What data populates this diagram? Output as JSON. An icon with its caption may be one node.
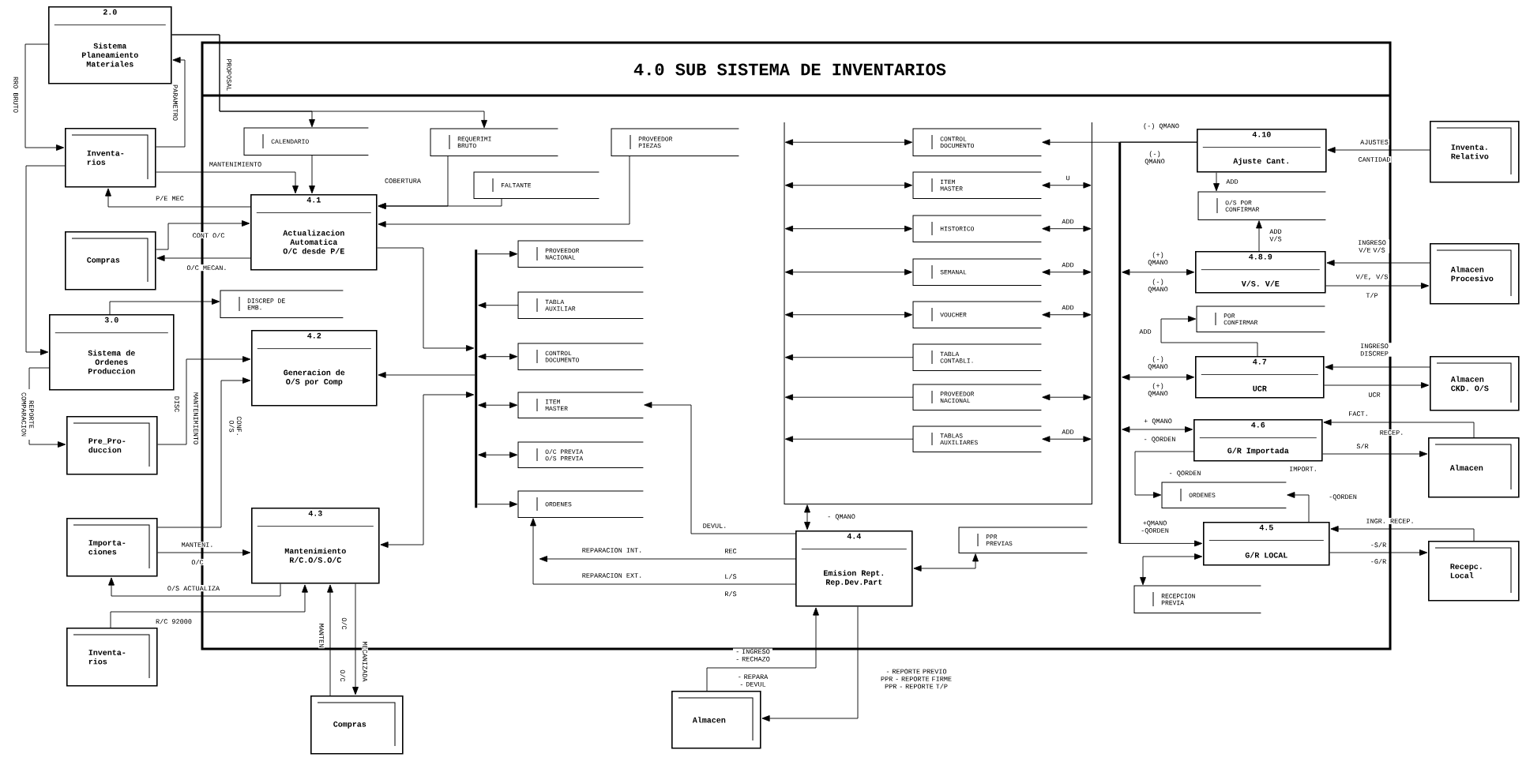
{
  "diagram": {
    "title": "4.0 SUB SISTEMA DE INVENTARIOS",
    "nodes": [
      {
        "text": [
          "2.0",
          "Sistema Planeamiento Materiales"
        ]
      },
      {
        "text": [
          "Inventa- rios"
        ]
      },
      {
        "text": [
          "Compras"
        ]
      },
      {
        "text": [
          "3.0",
          "Sistema de Ordenes Produccion"
        ]
      },
      {
        "text": [
          "Pre_Pro- duccion"
        ]
      },
      {
        "text": [
          "Importa- ciones"
        ]
      },
      {
        "text": [
          "Inventa- rios"
        ]
      },
      {
        "text": [
          "Compras"
        ]
      },
      {
        "text": [
          "Almacen"
        ]
      },
      {
        "text": [
          "Inventa. Relativo"
        ]
      },
      {
        "text": [
          "Almacen Procesivo"
        ]
      },
      {
        "text": [
          "Almacen CKD. O/S"
        ]
      },
      {
        "text": [
          "Almacen"
        ]
      },
      {
        "text": [
          "Recepc. Local"
        ]
      },
      {
        "text": [
          "4.1",
          "Actualizacion Automatica O/C desde P/E"
        ]
      },
      {
        "text": [
          "4.2",
          "Generacion de O/S por Comp"
        ]
      },
      {
        "text": [
          "4.3",
          "Mantenimiento R/C.O/S.O/C"
        ]
      },
      {
        "text": [
          "4.4",
          "Emision Rept. Rep.Dev.Part"
        ]
      },
      {
        "text": [
          "4.10",
          "Ajuste Cant."
        ]
      },
      {
        "text": [
          "4.8.9",
          "V/S. V/E"
        ]
      },
      {
        "text": [
          "4.7",
          "UCR"
        ]
      },
      {
        "text": [
          "4.6",
          "G/R Importada"
        ]
      },
      {
        "text": [
          "4.5",
          "G/R LOCAL"
        ]
      },
      {
        "text": [
          "CALENDARIO"
        ]
      },
      {
        "text": [
          "REQUERIMI BRUTO"
        ]
      },
      {
        "text": [
          "FALTANTE"
        ]
      },
      {
        "text": [
          "PROVEEDOR PIEZAS"
        ]
      },
      {
        "text": [
          "DISCREP DE EMB."
        ]
      },
      {
        "text": [],
        "shape": "bar"
      },
      {
        "text": [
          "PROVEEDOR NACIONAL"
        ]
      },
      {
        "text": [
          "TABLA AUXILIAR"
        ]
      },
      {
        "text": [
          "CONTROL DOCUMENTO"
        ]
      },
      {
        "text": [
          "ITEM MASTER"
        ]
      },
      {
        "text": [
          "O/C PREVIA O/S PREVIA"
        ]
      },
      {
        "text": [
          "ORDENES"
        ]
      },
      {
        "text": [],
        "shape": "box"
      },
      {
        "text": [
          "CONTROL DOCUMENTO"
        ],
        "in": 35
      },
      {
        "text": [
          "ITEM MASTER"
        ],
        "in": 35
      },
      {
        "text": [
          "HISTORICO"
        ],
        "in": 35
      },
      {
        "text": [
          "SEMANAL"
        ],
        "in": 35
      },
      {
        "text": [
          "VOUCHER"
        ],
        "in": 35
      },
      {
        "text": [
          "TABLA CONTABLI."
        ],
        "in": 35
      },
      {
        "text": [
          "PROVEEDOR NACIONAL"
        ],
        "in": 35
      },
      {
        "text": [
          "TABLAS AUXILIARES"
        ],
        "in": 35
      },
      {
        "text": [
          "PPR PREVIAS"
        ]
      },
      {
        "text": [
          "O/S POR CONFIRMAR"
        ]
      },
      {
        "text": [
          "POR CONFIRMAR"
        ]
      },
      {
        "text": [
          "ORDENES"
        ]
      },
      {
        "text": [
          "RECEPCION PREVIA"
        ]
      },
      {
        "text": [],
        "shape": "bar"
      }
    ],
    "edges": [
      {
        "from": 0,
        "to": 1,
        "arrow": "to",
        "label": "RRO BRUTO"
      },
      {
        "from": 1,
        "to": 0,
        "arrow": "to",
        "label": "PARAMETRO"
      },
      {
        "from": 0,
        "to": 23,
        "arrow": "to",
        "label": "PROPOSAL"
      },
      {
        "from": 0,
        "to": 24,
        "arrow": "to"
      },
      {
        "from": 1,
        "to": 14,
        "arrow": "to",
        "label": "MANTENIMIENTO"
      },
      {
        "from": 23,
        "to": 14,
        "arrow": "to"
      },
      {
        "from": 14,
        "to": 1,
        "arrow": "to",
        "label": "P/E MEC"
      },
      {
        "from": 2,
        "to": 14,
        "arrow": "to",
        "label": "CONT O/C"
      },
      {
        "from": 14,
        "to": 2,
        "arrow": "to",
        "label": "O/C MECAN."
      },
      {
        "from": 24,
        "to": 14,
        "arrow": "to",
        "label": "COBERTURA"
      },
      {
        "from": 25,
        "to": 14,
        "arrow": "to"
      },
      {
        "from": 26,
        "to": 14,
        "arrow": "to"
      },
      {
        "from": 14,
        "to": 28,
        "arrow": "to"
      },
      {
        "from": 16,
        "to": 28,
        "arrow": "both"
      },
      {
        "from": 28,
        "to": 15,
        "arrow": "to"
      },
      {
        "from": 28,
        "to": 29,
        "arrow": "to"
      },
      {
        "from": 30,
        "to": 28,
        "arrow": "to"
      },
      {
        "from": 28,
        "to": 31,
        "arrow": "both"
      },
      {
        "from": 28,
        "to": 32,
        "arrow": "both"
      },
      {
        "from": 28,
        "to": 33,
        "arrow": "both"
      },
      {
        "from": 28,
        "to": 34,
        "arrow": "to"
      },
      {
        "from": 1,
        "to": 3,
        "arrow": "to"
      },
      {
        "from": 3,
        "to": 27,
        "arrow": "to"
      },
      {
        "from": 3,
        "to": 4,
        "arrow": "to",
        "label": "REPORTE COMPARACION"
      },
      {
        "from": 4,
        "to": 15,
        "arrow": "to",
        "label": "MANTENIMIENTO"
      },
      {
        "from": 5,
        "to": 15,
        "arrow": "to",
        "label": "CONF. O/S"
      },
      {
        "from": 5,
        "to": 16,
        "arrow": "to",
        "label": "MANTENI."
      },
      {
        "from": 16,
        "to": 5,
        "arrow": "to",
        "label": "O/S ACTUALIZA"
      },
      {
        "from": 6,
        "to": 16,
        "arrow": "to",
        "label": "R/C 92000"
      },
      {
        "from": 7,
        "to": 16,
        "arrow": "to",
        "label": "MANTEN"
      },
      {
        "from": 16,
        "to": 7,
        "arrow": "to",
        "label": "MECANIZADA"
      },
      {
        "from": 17,
        "to": 32,
        "arrow": "to",
        "label": "DEVUL."
      },
      {
        "from": 17,
        "to": null,
        "arrow": "to",
        "label": "REPARACION INT."
      },
      {
        "from": 17,
        "to": 34,
        "arrow": "to",
        "label": "REPARACION EXT."
      },
      {
        "from": 17,
        "to": 35,
        "arrow": "both",
        "label": "- QMANO"
      },
      {
        "from": 17,
        "to": 44,
        "arrow": "both"
      },
      {
        "from": 8,
        "to": 17,
        "arrow": "to",
        "label": "- INGRESO - RECHAZO"
      },
      {
        "from": 17,
        "to": 8,
        "arrow": "to",
        "label": "- REPORTE PREVIO PPR - REPORTE FIRME PPR - REPORTE T/P"
      },
      {
        "from": 35,
        "to": 36,
        "arrow": "both"
      },
      {
        "from": 35,
        "to": 37,
        "arrow": "both"
      },
      {
        "from": 35,
        "to": 38,
        "arrow": "both"
      },
      {
        "from": 35,
        "to": 39,
        "arrow": "both"
      },
      {
        "from": 35,
        "to": 40,
        "arrow": "both"
      },
      {
        "from": 41,
        "to": 35,
        "arrow": "to"
      },
      {
        "from": 42,
        "to": 35,
        "arrow": "to"
      },
      {
        "from": 43,
        "to": 35,
        "arrow": "to"
      },
      {
        "from": 35,
        "to": 37,
        "arrow": "both",
        "label": "U"
      },
      {
        "from": 35,
        "to": 38,
        "arrow": "both",
        "label": "ADD"
      },
      {
        "from": 35,
        "to": 39,
        "arrow": "both",
        "label": "ADD"
      },
      {
        "from": 35,
        "to": 40,
        "arrow": "both",
        "label": "ADD"
      },
      {
        "from": 35,
        "to": 42,
        "arrow": "both"
      },
      {
        "from": 35,
        "to": 43,
        "arrow": "both",
        "label": "ADD"
      },
      {
        "from": 18,
        "to": 36,
        "arrow": "to",
        "label": "(-) QMANO"
      },
      {
        "from": 18,
        "to": 49,
        "arrow": "none",
        "label": "(-) QMANO"
      },
      {
        "from": 19,
        "to": 49,
        "arrow": "both",
        "label": "(+) QMANO"
      },
      {
        "from": 20,
        "to": 49,
        "arrow": "both",
        "label": "(-) QMANO"
      },
      {
        "from": 21,
        "to": 49,
        "arrow": "both",
        "label": "+ QMANO"
      },
      {
        "from": 49,
        "to": 22,
        "arrow": "to",
        "label": "+QMANO -QORDEN"
      },
      {
        "from": 9,
        "to": 18,
        "arrow": "to",
        "label": "AJUSTES"
      },
      {
        "from": 18,
        "to": 45,
        "arrow": "to",
        "label": "ADD"
      },
      {
        "from": 19,
        "to": 45,
        "arrow": "to",
        "label": "ADD V/S"
      },
      {
        "from": 20,
        "to": 46,
        "arrow": "to",
        "label": "ADD"
      },
      {
        "from": 10,
        "to": 19,
        "arrow": "to",
        "label": "INGRESO V/E V/S"
      },
      {
        "from": 19,
        "to": 10,
        "arrow": "to",
        "label": "V/E, V/S"
      },
      {
        "from": 11,
        "to": 20,
        "arrow": "to",
        "label": "INGRESO DISCREP"
      },
      {
        "from": 20,
        "to": 11,
        "arrow": "to",
        "label": "UCR"
      },
      {
        "from": 12,
        "to": 21,
        "arrow": "to",
        "label": "FACT."
      },
      {
        "from": 21,
        "to": 12,
        "arrow": "to",
        "label": "S/R"
      },
      {
        "from": 21,
        "to": 47,
        "arrow": "to",
        "label": "- QORDEN"
      },
      {
        "from": 22,
        "to": 47,
        "arrow": "to",
        "label": "-QORDEN"
      },
      {
        "from": 13,
        "to": 22,
        "arrow": "to",
        "label": "INGR. RECEP."
      },
      {
        "from": 22,
        "to": 13,
        "arrow": "to",
        "label": "-S/R"
      },
      {
        "from": 22,
        "to": 48,
        "arrow": "both"
      }
    ],
    "labels": [
      "DISC",
      "O/C",
      "O/C",
      "O/C",
      "REC",
      "L/S",
      "R/S",
      "- REPARA - DEVUL",
      "CANTIDAD",
      "(-) QMANO",
      "T/P",
      "(+) QMANO",
      "- QORDEN",
      "RECEP.",
      "IMPORT.",
      "-G/R"
    ]
  }
}
